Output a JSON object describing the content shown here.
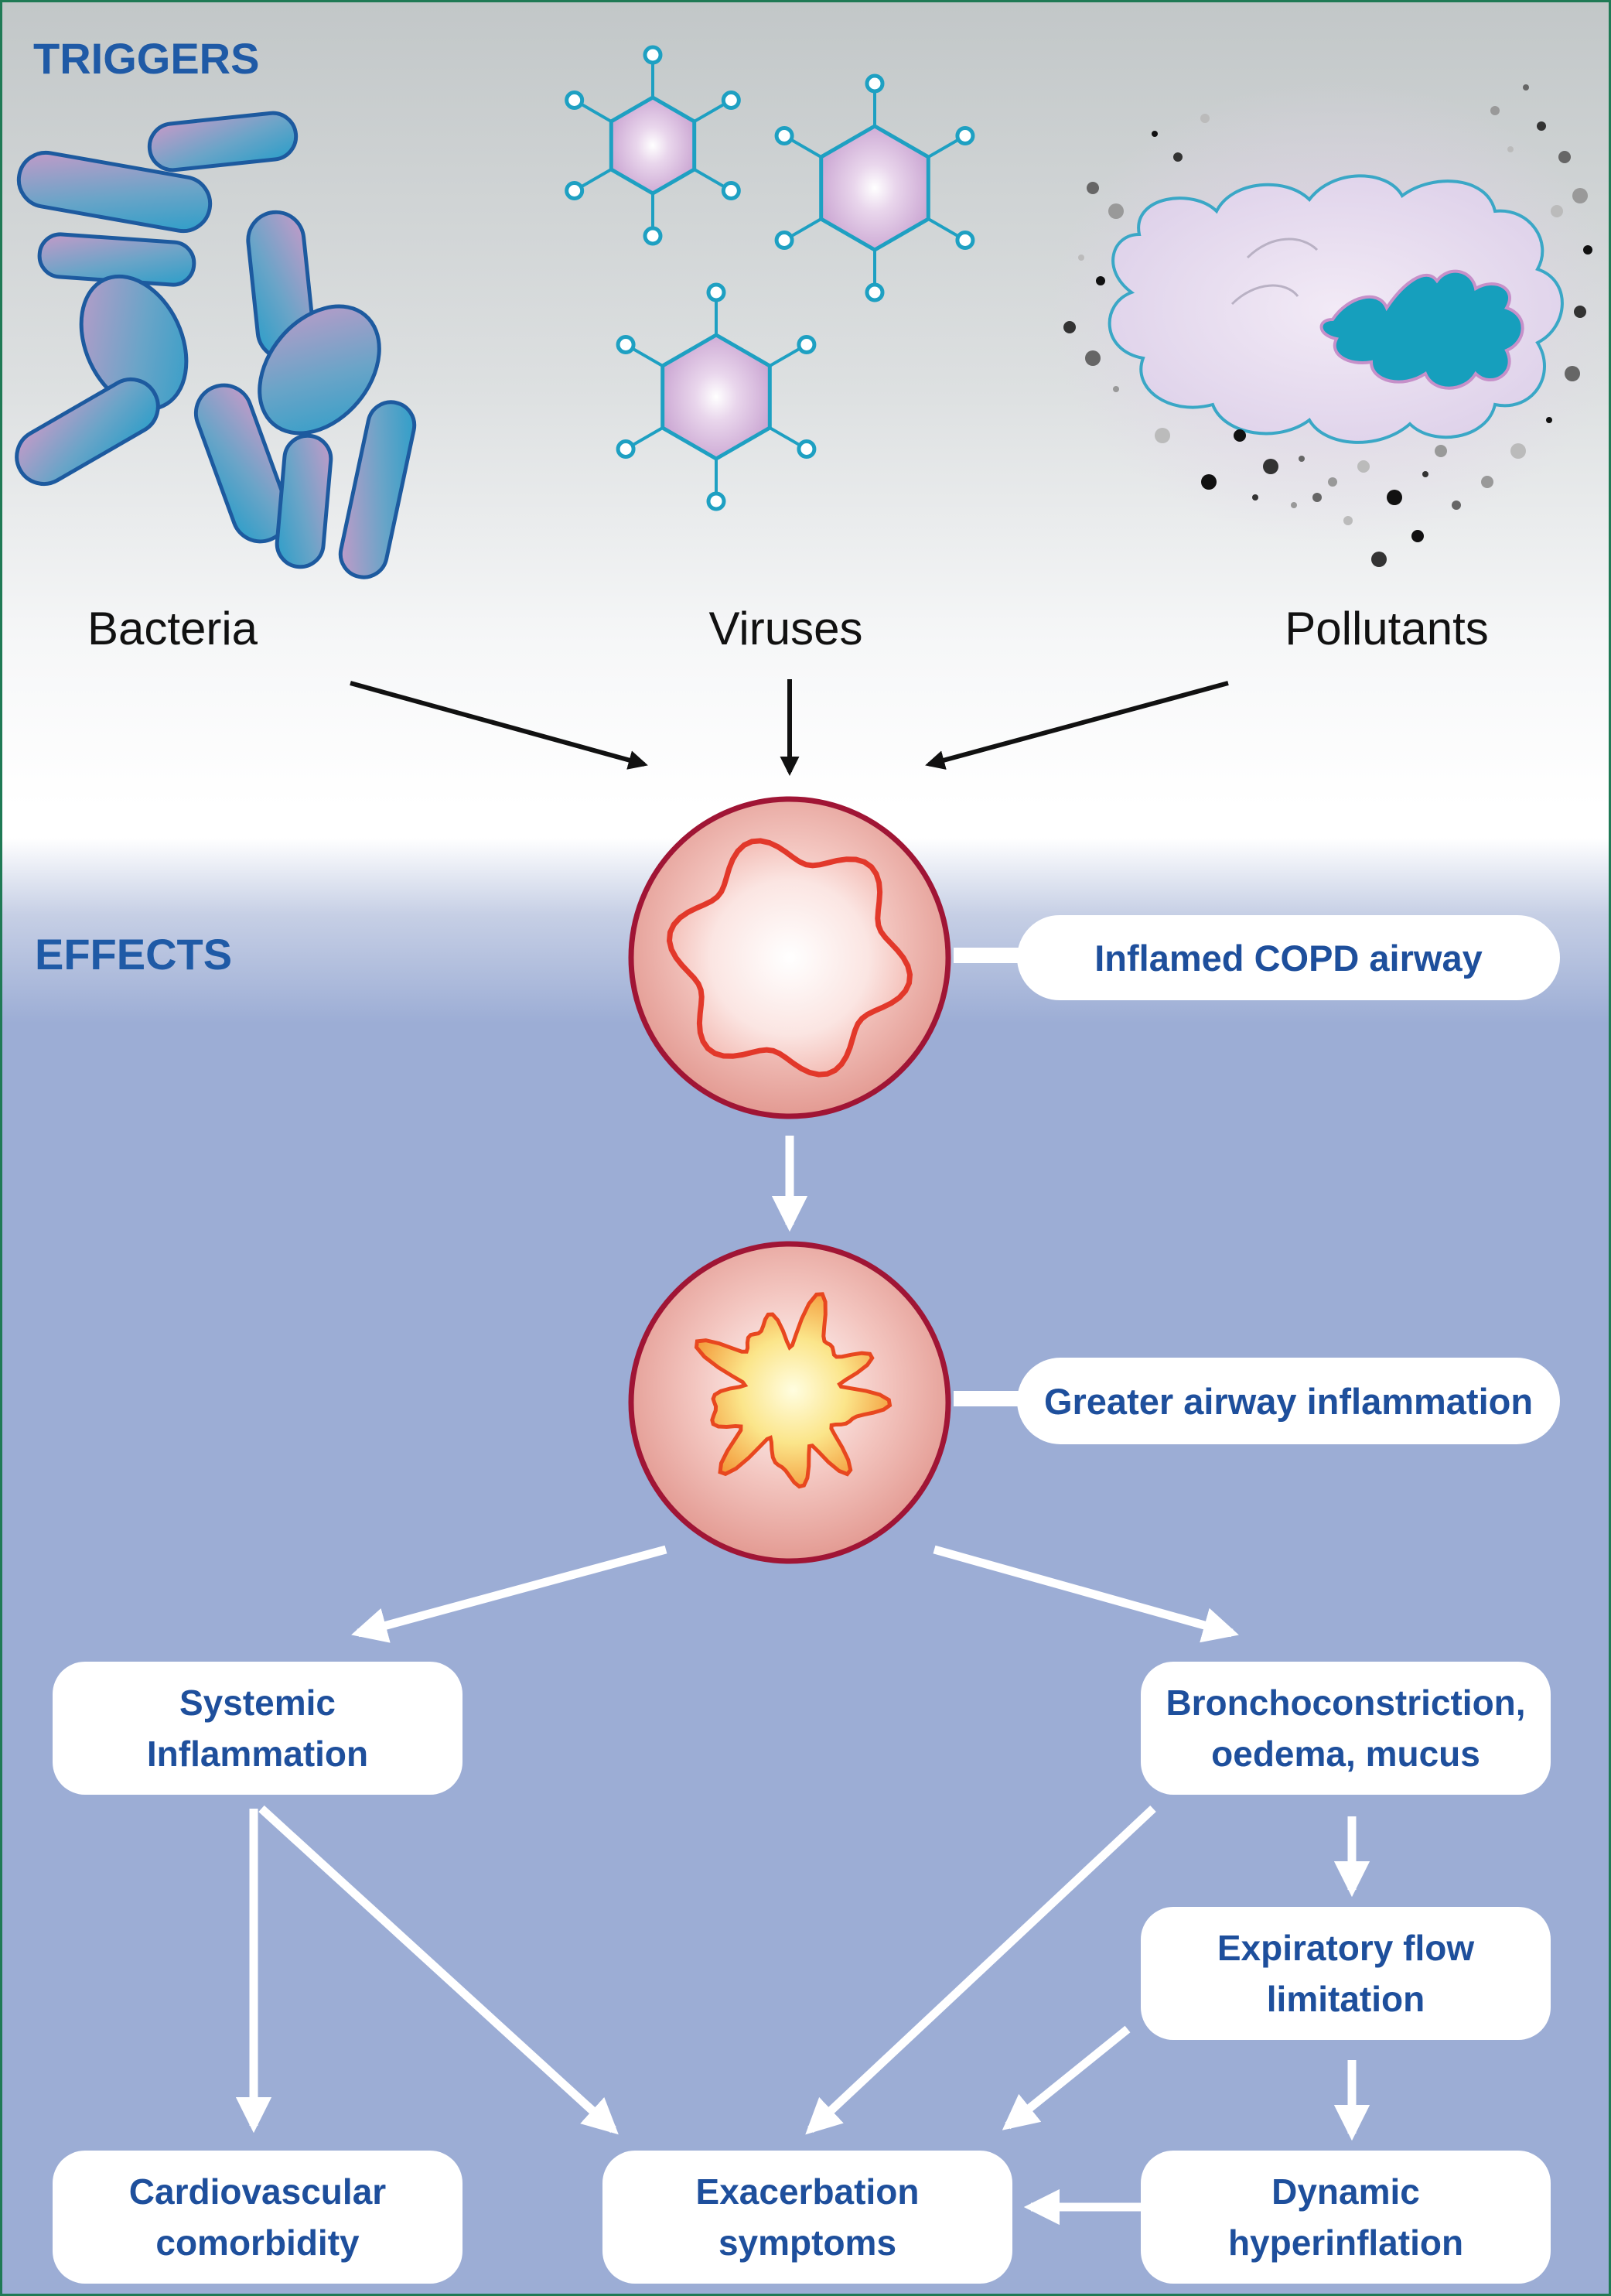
{
  "sections": {
    "triggers": "TRIGGERS",
    "effects": "EFFECTS"
  },
  "triggers": {
    "bacteria": "Bacteria",
    "viruses": "Viruses",
    "pollutants": "Pollutants"
  },
  "airways": {
    "inflamed": "Inflamed COPD airway",
    "greater": "Greater airway inflammation"
  },
  "boxes": {
    "systemic": [
      "Systemic",
      "Inflammation"
    ],
    "broncho": [
      "Bronchoconstriction,",
      "oedema, mucus"
    ],
    "expiratory": [
      "Expiratory flow",
      "limitation"
    ],
    "cardio": [
      "Cardiovascular",
      "comorbidity"
    ],
    "exacerbation": [
      "Exacerbation",
      "symptoms"
    ],
    "dynamic": [
      "Dynamic",
      "hyperinflation"
    ]
  },
  "colors": {
    "accent_text": "#1e4f9c",
    "section_text": "#1f5aa6",
    "airway_ring": "#a01535",
    "effects_bg": "#9cadd5"
  }
}
